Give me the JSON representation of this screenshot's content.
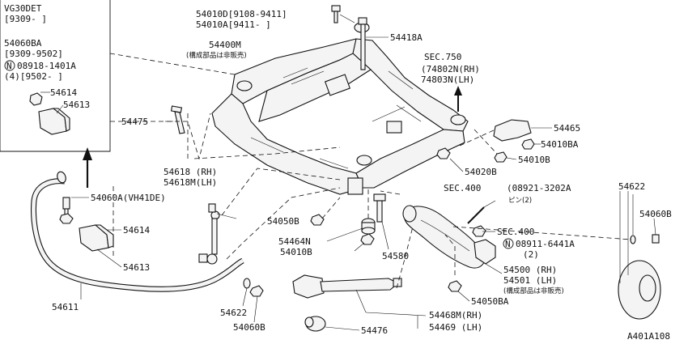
{
  "inset": {
    "engine": "VG30DET",
    "engine_date": "[9309-     ]",
    "part": "54060BA",
    "part_date": "[9309-9502]",
    "nut_symbol": "N",
    "nut_part": "08918-1401A",
    "nut_qty": "(4)[9502-      ]",
    "bushing": "54614",
    "clamp": "54613"
  },
  "labels": {
    "bolt_a": "54010D[9108-9411]",
    "bolt_b": "54010A[9411-     ]",
    "member": "54400M",
    "member_note": "(構成部品は非販売)",
    "long_bolt": "54418A",
    "sec750": "SEC.750",
    "sec750_rh": "(74802N(RH)",
    "sec750_lh": " 74803N(LH)",
    "bolt_54475": "54475",
    "bracket_54465": "54465",
    "nut_54010ba": "54010BA",
    "bolt_54010b_r": "54010B",
    "mount_54020b": "54020B",
    "link_rh": "54618 (RH)",
    "link_lh": "54618M(LH)",
    "stab_bolt": "54060A(VH41DE)",
    "sec400_a": "SEC.400",
    "sec400_a_part": "(08921-3202A",
    "sec400_a_pin": " ピン(2)",
    "sec400_b": "SEC.400",
    "sec400_b_symbol": "N",
    "sec400_b_part": "08911-6441A",
    "sec400_b_qty": "(2)",
    "nut_54050b": "54050B",
    "bush_54464n": "54464N",
    "nut_54010b": "54010B",
    "bolt_54580": "54580",
    "bushing_54614": "54614",
    "clamp_54613": "54613",
    "arm_rh": "54500 (RH)",
    "arm_lh": "54501 (LH)",
    "arm_note": "(構成部品は非販売)",
    "nut_54050ba": "54050BA",
    "stabilizer": "54611",
    "bush_54622_a": "54622",
    "nut_54060b_a": "54060B",
    "bush_54622_b": "54622",
    "nut_54060b_b": "54060B",
    "tension_rh": "54468M(RH)",
    "tension_lh": "54469 (LH)",
    "bush_54476": "54476",
    "diagram_id": "A401A108"
  }
}
